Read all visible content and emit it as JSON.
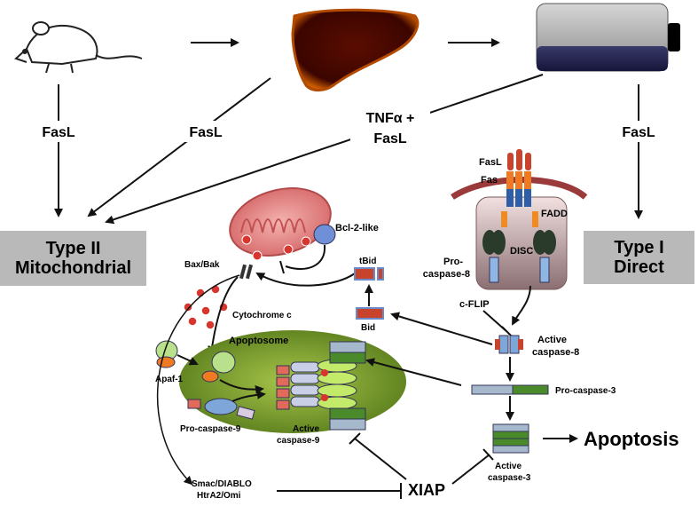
{
  "top_arrows": {
    "mouse_fasl": "FasL",
    "liver_fasl": "FasL",
    "tnf_line1": "TNFα +",
    "tnf_line2": "FasL",
    "culture_fasl": "FasL"
  },
  "pathways": {
    "type2_line1": "Type II",
    "type2_line2": "Mitochondrial",
    "type1_line1": "Type I",
    "type1_line2": "Direct"
  },
  "receptor": {
    "fasl": "FasL",
    "fas": "Fas",
    "fadd": "FADD",
    "disc": "DISC",
    "procasp8_line1": "Pro-",
    "procasp8_line2": "caspase-8",
    "cflip": "c-FLIP",
    "active_casp8_line1": "Active",
    "active_casp8_line2": "caspase-8"
  },
  "mito": {
    "bcl2": "Bcl-2-like",
    "baxbak": "Bax/Bak",
    "tbid": "tBid",
    "bid": "Bid",
    "cytc": "Cytochrome c"
  },
  "apoptosome": {
    "title": "Apoptosome",
    "apaf1": "Apaf-1",
    "procasp9": "Pro-caspase-9",
    "active_casp9_line1": "Active",
    "active_casp9_line2": "caspase-9"
  },
  "execution": {
    "procasp3": "Pro-caspase-3",
    "active_casp3_line1": "Active",
    "active_casp3_line2": "caspase-3",
    "apoptosis": "Apoptosis",
    "xiap": "XIAP",
    "smac_line1": "Smac/DIABLO",
    "smac_line2": "HtrA2/Omi"
  }
}
